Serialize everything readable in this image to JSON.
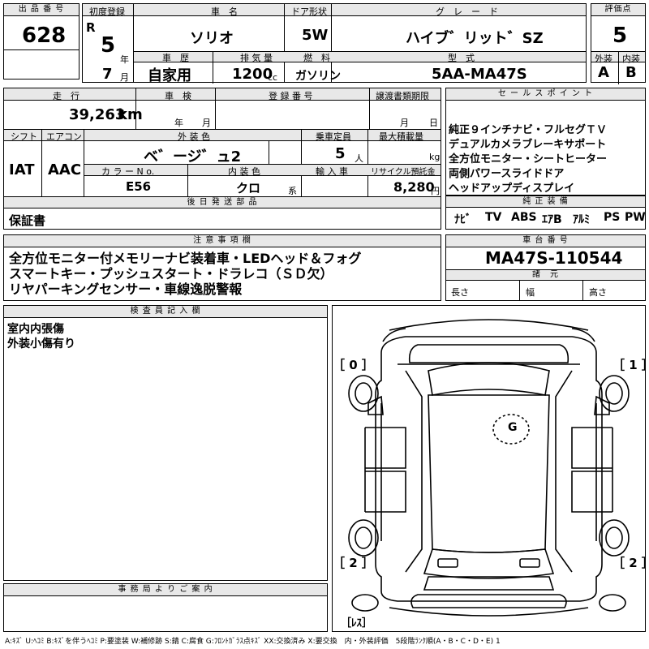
{
  "header": {
    "lot_label": "出 品 番 号",
    "lot_no": "628",
    "first_reg_label": "初度登録",
    "era": "R",
    "year": "5",
    "year_unit": "年",
    "month": "7",
    "month_unit": "月",
    "car_name_label": "車　名",
    "car_name": "ソリオ",
    "door_label": "ドア形状",
    "door": "5W",
    "grade_label": "グ　レ　ー　ド",
    "grade": "ハイブ゛リット゛SZ",
    "score_label": "評価点",
    "score": "5",
    "history_label": "車　歴",
    "history": "自家用",
    "displacement_label": "排 気 量",
    "displacement": "1200",
    "displacement_unit": "cc",
    "fuel_label": "燃　料",
    "fuel": "ガソリン",
    "model_label": "型　式",
    "model": "5AA-MA47S",
    "ext_label": "外装",
    "int_label": "内装",
    "ext_grade": "A",
    "int_grade": "B"
  },
  "row2": {
    "mileage_label": "走　行",
    "mileage": "39,263",
    "mileage_unit": "km",
    "inspection_label": "車　検",
    "year_unit": "年",
    "month_unit": "月",
    "reg_no_label": "登 録 番 号",
    "transfer_label": "譲渡書類期限",
    "transfer_month_unit": "月",
    "transfer_day_unit": "日",
    "shift_label": "シフト",
    "shift": "IAT",
    "ac_label": "エアコン",
    "ac": "AAC",
    "color_label": "外 装 色",
    "color": "ベ゛ージ゛ュ2",
    "capacity_label": "乗車定員",
    "capacity": "5",
    "capacity_unit": "人",
    "load_label": "最大積載量",
    "load_unit": "kg",
    "color_no_label": "カ ラ ー N o.",
    "color_no": "E56",
    "interior_label": "内 装 色",
    "interior": "クロ",
    "interior_unit": "系",
    "import_label": "輸 入 車",
    "recycle_label": "リサイクル預託金",
    "recycle": "8,280",
    "recycle_unit": "円",
    "later_label": "後 日 発 送 部 品",
    "later": "保証書"
  },
  "sales": {
    "label": "セ ー ル ス ポ イ ン ト",
    "lines": [
      "純正９インチナビ・フルセグＴＶ",
      "デュアルカメラブレーキサポート",
      "全方位モニター・シートヒーター",
      "両側パワースライドドア",
      "ヘッドアップディスプレイ"
    ]
  },
  "equipment": {
    "label": "純 正 装 備",
    "items": [
      "ﾅﾋﾞ",
      "TV",
      "ABS",
      "ｴｱB",
      "ｱﾙﾐ",
      "PS",
      "PW"
    ]
  },
  "notes": {
    "label": "注 意 事 項 欄",
    "lines": [
      "全方位モニター付メモリーナビ装着車・LEDヘッド＆フォグ",
      "スマートキー・プッシュスタート・ドラレコ（ＳＤ欠）",
      "リヤパーキングセンサー・車線逸脱警報"
    ]
  },
  "chassis": {
    "label": "車 台 番 号",
    "value": "MA47S-110544",
    "dims_label": "諸　元",
    "length_label": "長さ",
    "width_label": "幅",
    "height_label": "高さ"
  },
  "inspector": {
    "label": "検 査 員 記 入 欄",
    "lines": [
      "室内内張傷",
      "外装小傷有り"
    ]
  },
  "office": {
    "label": "事 務 局 よ り ご 案 内"
  },
  "diagram": {
    "mark_g": "G",
    "tire_fl": "［ 0 ］",
    "tire_fr": "［ 1 ］",
    "tire_rl": "［ 2 ］",
    "tire_rr": "［ 2 ］",
    "spare": "［ﾚｽ］"
  },
  "legend": {
    "text": "A:ｷｽﾞ U:ﾍｺﾐ B:ｷｽﾞを伴うﾍｺﾐ P:要塗装 W:補修跡 S:錆 C:腐食 G:ﾌﾛﾝﾄｶﾞﾗｽ点ｷｽﾞ XX:交換済み X:要交換　内・外装評価　5段階ﾗﾝｸ順(A・B・C・D・E) 1"
  }
}
